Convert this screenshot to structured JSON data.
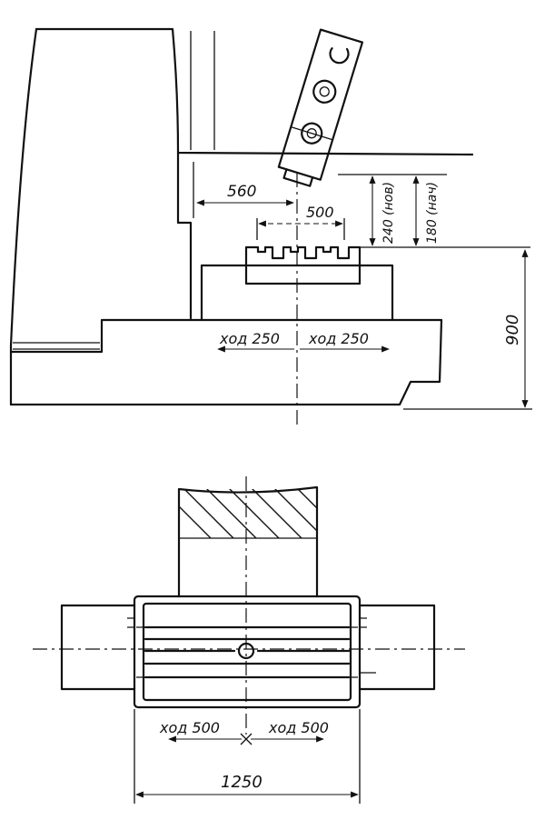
{
  "side_view": {
    "dim_560": "560",
    "dim_500": "500",
    "dim_240": "240 (нов)",
    "dim_180": "180 (нач)",
    "dim_900": "900",
    "travel_left": "ход 250",
    "travel_right": "ход 250"
  },
  "plan_view": {
    "travel_left": "ход 500",
    "travel_right": "ход 500",
    "dim_1250": "1250"
  }
}
